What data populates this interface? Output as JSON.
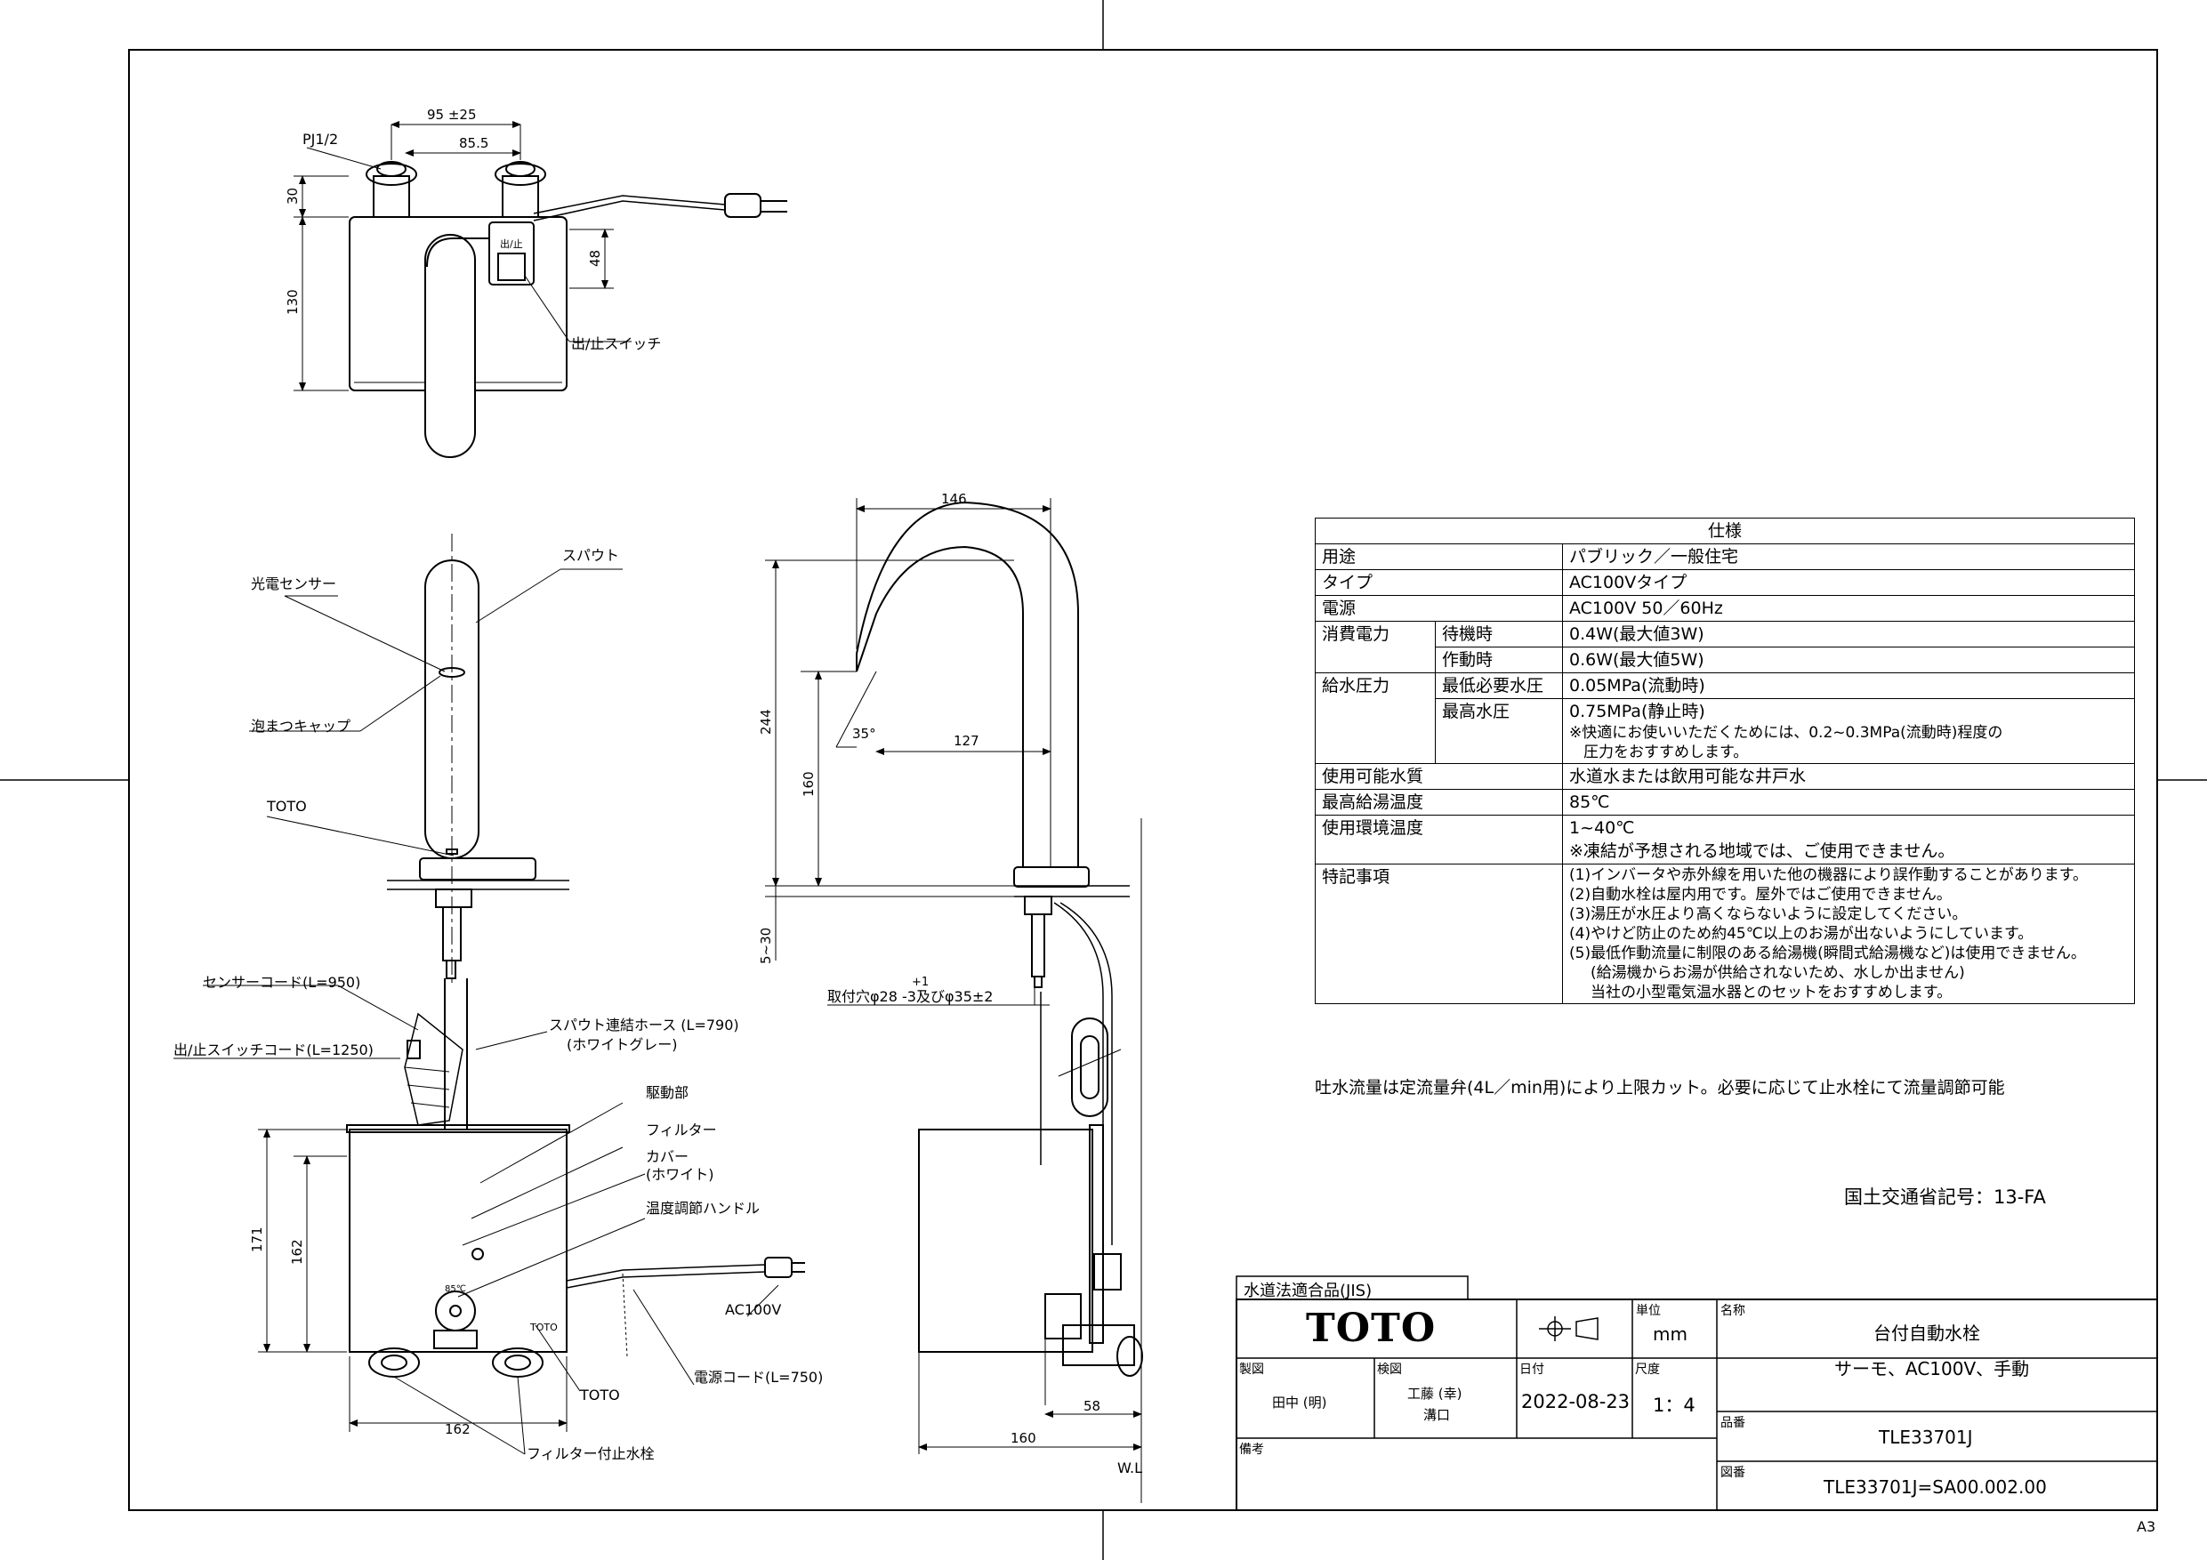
{
  "top_view": {
    "labels": {
      "connection": "PJ1/2",
      "switch": "出/止スイッチ",
      "switch_badge": "出/止"
    },
    "dims": {
      "d95": "95 ±25",
      "d85": "85.5",
      "d30": "30",
      "d130": "130",
      "d48": "48"
    }
  },
  "front_view": {
    "labels": {
      "spout": "スパウト",
      "sensor": "光電センサー",
      "aerator": "泡まつキャップ",
      "toto": "TOTO",
      "sensor_cord": "センサーコード(L=950)",
      "switch_cord": "出/止スイッチコード(L=1250)",
      "hose": "スパウト連結ホース (L=790)",
      "hose_color": "(ホワイトグレー)",
      "drive": "駆動部",
      "filter": "フィルター",
      "cover": "カバー",
      "cover_color": "(ホワイト)",
      "temp_handle": "温度調節ハンドル",
      "ac": "AC100V",
      "power_cord": "電源コード(L=750)",
      "toto2": "TOTO",
      "stop_valve": "フィルター付止水栓",
      "box_toto": "TOTO",
      "box_mark": "85℃"
    },
    "dims": {
      "d171": "171",
      "d162v": "162",
      "d162h": "162"
    }
  },
  "side_view": {
    "labels": {
      "hole": "取付穴φ28 -3及びφ35±2",
      "hole_tol": "+1",
      "wl": "W.L"
    },
    "dims": {
      "d146": "146",
      "d244": "244",
      "d160v": "160",
      "d127": "127",
      "d35": "35°",
      "d530": "5~30",
      "d58": "58",
      "d160h": "160"
    }
  },
  "spec": {
    "title": "仕様",
    "rows": {
      "use_k": "用途",
      "use_v": "パブリック／一般住宅",
      "type_k": "タイプ",
      "type_v": "AC100Vタイプ",
      "power_k": "電源",
      "power_v": "AC100V 50／60Hz",
      "cons_k": "消費電力",
      "standby_k": "待機時",
      "standby_v": "0.4W(最大値3W)",
      "active_k": "作動時",
      "active_v": "0.6W(最大値5W)",
      "press_k": "給水圧力",
      "pmin_k": "最低必要水圧",
      "pmin_v": "0.05MPa(流動時)",
      "pmax_k": "最高水圧",
      "pmax_v": "0.75MPa(静止時)",
      "pmax_note1": "※快適にお使いいただくためには、0.2~0.3MPa(流動時)程度の",
      "pmax_note2": "圧力をおすすめします。",
      "water_k": "使用可能水質",
      "water_v": "水道水または飲用可能な井戸水",
      "hot_k": "最高給湯温度",
      "hot_v": "85℃",
      "env_k": "使用環境温度",
      "env_v": "1~40℃",
      "env_note": "※凍結が予想される地域では、ご使用できません。",
      "notes_k": "特記事項",
      "n1": "(1)インバータや赤外線を用いた他の機器により誤作動することがあります。",
      "n2": "(2)自動水栓は屋内用です。屋外ではご使用できません。",
      "n3": "(3)湯圧が水圧より高くならないように設定してください。",
      "n4": "(4)やけど防止のため約45℃以上のお湯が出ないようにしています。",
      "n5": "(5)最低作動流量に制限のある給湯機(瞬間式給湯機など)は使用できません。",
      "n5b": "(給湯機からお湯が供給されないため、水しか出ません)",
      "n5c": "当社の小型電気温水器とのセットをおすすめします。"
    }
  },
  "flow_note": "吐水流量は定流量弁(4L／min用)により上限カット。必要に応じて止水栓にて流量調節可能",
  "mlit_code": "国土交通省記号：13-FA",
  "title_block": {
    "jis": "水道法適合品(JIS)",
    "logo": "TOTO",
    "unit_label": "単位",
    "unit": "mm",
    "name_label": "名称",
    "name1": "台付自動水栓",
    "name2": "サーモ、AC100V、手動",
    "drawn_label": "製図",
    "drawn": "田中 (明)",
    "checked_label": "検図",
    "checked1": "工藤 (幸)",
    "checked2": "溝口",
    "date_label": "日付",
    "date": "2022-08-23",
    "scale_label": "尺度",
    "scale": "1：4",
    "part_label": "品番",
    "part": "TLE33701J",
    "remarks_label": "備考",
    "dwg_label": "図番",
    "dwg": "TLE33701J=SA00.002.00"
  },
  "sheet_size": "A3"
}
